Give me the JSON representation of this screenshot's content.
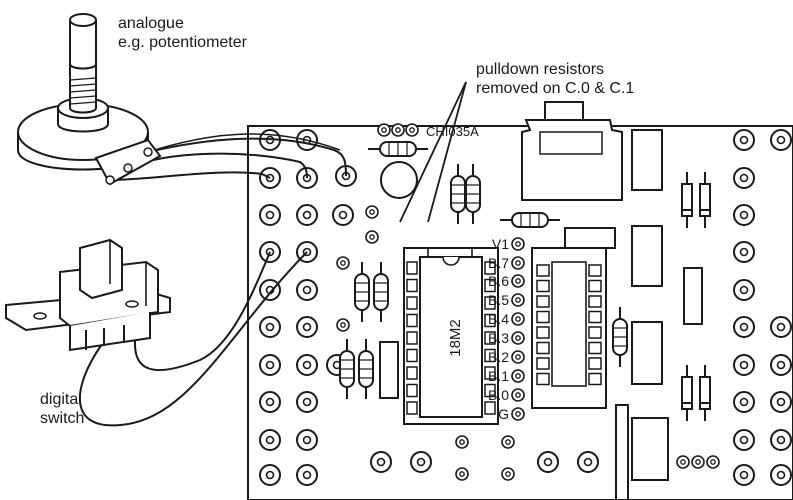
{
  "labels": {
    "analogue": "analogue",
    "analogue_example": "e.g. potentiometer",
    "pulldown_line1": "pulldown resistors",
    "pulldown_line2": "removed on C.0 & C.1",
    "board_id": "CHI035A",
    "chip": "18M2",
    "digital_line1": "digital",
    "digital_line2": "switch"
  },
  "pin_labels": [
    "V1",
    "B.7",
    "B.6",
    "B.5",
    "B.4",
    "B.3",
    "B.2",
    "B.1",
    "B.0",
    "G"
  ]
}
